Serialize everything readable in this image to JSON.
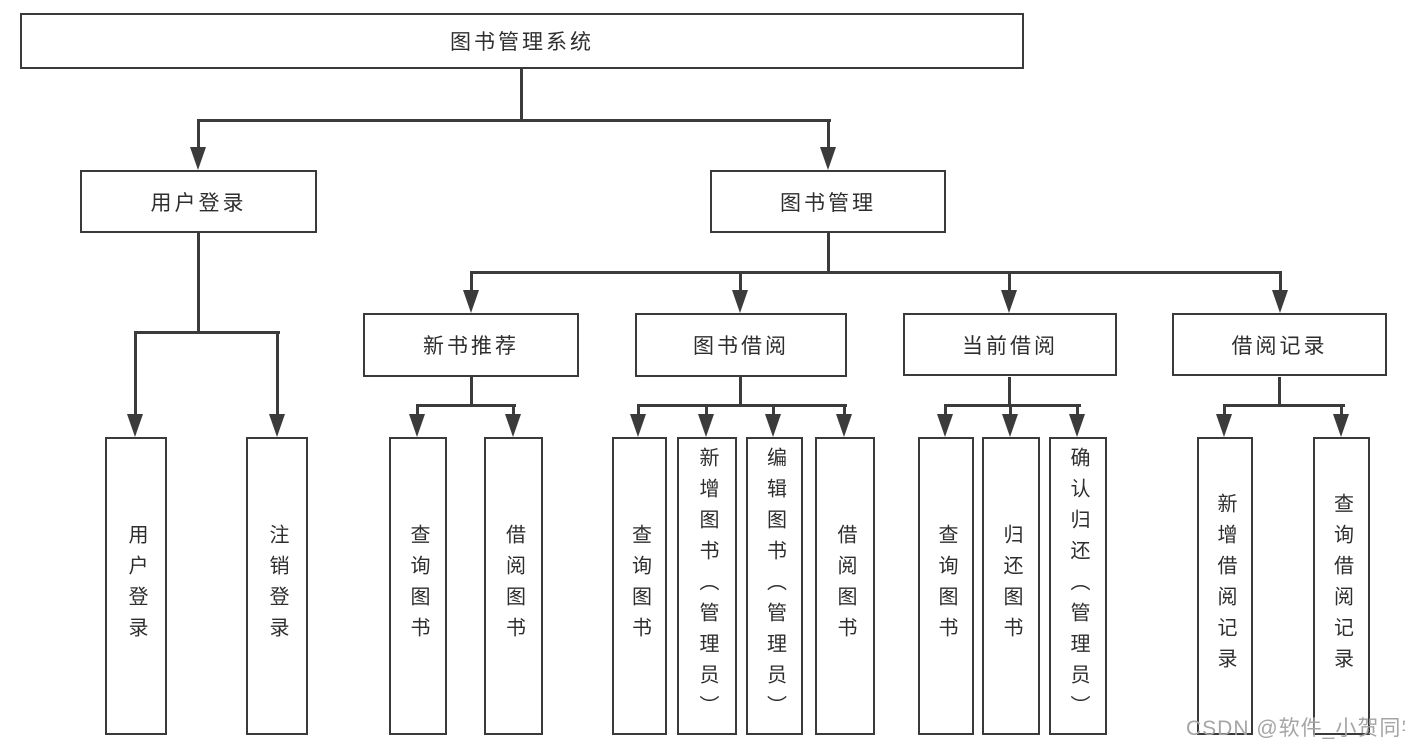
{
  "tree": {
    "root": {
      "label": "图书管理系统"
    },
    "level1": [
      {
        "id": "user-login",
        "label": "用户登录"
      },
      {
        "id": "book-management",
        "label": "图书管理"
      }
    ],
    "level2": [
      {
        "id": "new-book-recommendation",
        "label": "新书推荐"
      },
      {
        "id": "book-borrowing",
        "label": "图书借阅"
      },
      {
        "id": "current-borrowing",
        "label": "当前借阅"
      },
      {
        "id": "borrowing-records",
        "label": "借阅记录"
      }
    ],
    "leaves": [
      {
        "parent": "user-login",
        "label": "用户登录"
      },
      {
        "parent": "user-login",
        "label": "注销登录"
      },
      {
        "parent": "new-book-recommendation",
        "label": "查询图书"
      },
      {
        "parent": "new-book-recommendation",
        "label": "借阅图书"
      },
      {
        "parent": "book-borrowing",
        "label": "查询图书"
      },
      {
        "parent": "book-borrowing",
        "label": "新增图书（管理员）"
      },
      {
        "parent": "book-borrowing",
        "label": "编辑图书（管理员）"
      },
      {
        "parent": "book-borrowing",
        "label": "借阅图书"
      },
      {
        "parent": "current-borrowing",
        "label": "查询图书"
      },
      {
        "parent": "current-borrowing",
        "label": "归还图书"
      },
      {
        "parent": "current-borrowing",
        "label": "确认归还（管理员）"
      },
      {
        "parent": "borrowing-records",
        "label": "新增借阅记录"
      },
      {
        "parent": "borrowing-records",
        "label": "查询借阅记录"
      }
    ]
  },
  "colors": {
    "line": "#3b3b3b",
    "box_fill": "#ffffff",
    "text": "#2e2e2e",
    "watermark": "#a5a5a5"
  },
  "watermark": "CSDN @软件_小贺同学"
}
